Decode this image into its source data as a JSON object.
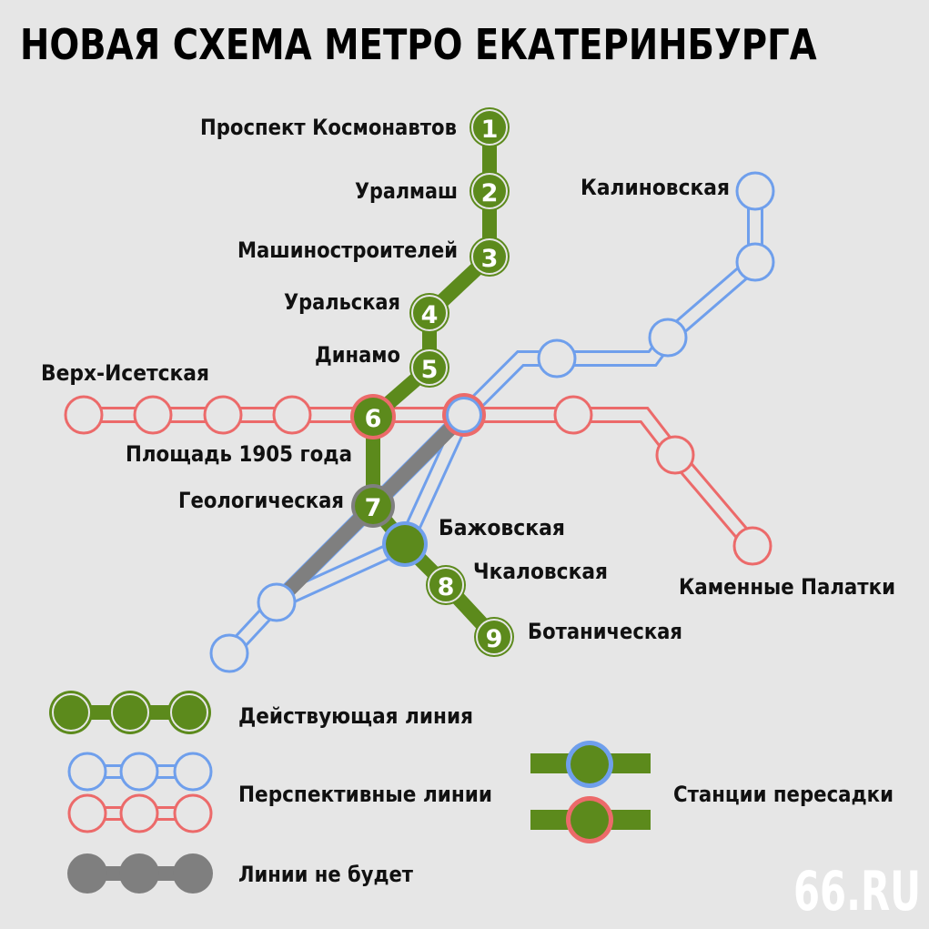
{
  "title": "НОВАЯ СХЕМА МЕТРО ЕКАТЕРИНБУРГА",
  "colors": {
    "background": "#e6e6e6",
    "green_line": "#5c8a1c",
    "blue_line": "#6f9fec",
    "red_line": "#ec6a6a",
    "gray_line": "#7f7f7f"
  },
  "stations": {
    "s1": {
      "label": "Проспект Космонавтов",
      "number": "1"
    },
    "s2": {
      "label": "Уралмаш",
      "number": "2"
    },
    "s3": {
      "label": "Машиностроителей",
      "number": "3"
    },
    "s4": {
      "label": "Уральская",
      "number": "4"
    },
    "s5": {
      "label": "Динамо",
      "number": "5"
    },
    "s6": {
      "label": "Площадь 1905 года",
      "number": "6"
    },
    "s7": {
      "label": "Геологическая",
      "number": "7"
    },
    "bazh": {
      "label": "Бажовская"
    },
    "s8": {
      "label": "Чкаловская",
      "number": "8"
    },
    "s9": {
      "label": "Ботаническая",
      "number": "9"
    },
    "kalin": {
      "label": "Калиновская"
    },
    "verkh": {
      "label": "Верх-Исетская"
    },
    "kamen": {
      "label": "Каменные Палатки"
    }
  },
  "legend": {
    "operating": "Действующая линия",
    "planned": "Перспективные линии",
    "transfer": "Станции пересадки",
    "cancelled": "Линии не будет"
  },
  "logo": "66.RU"
}
